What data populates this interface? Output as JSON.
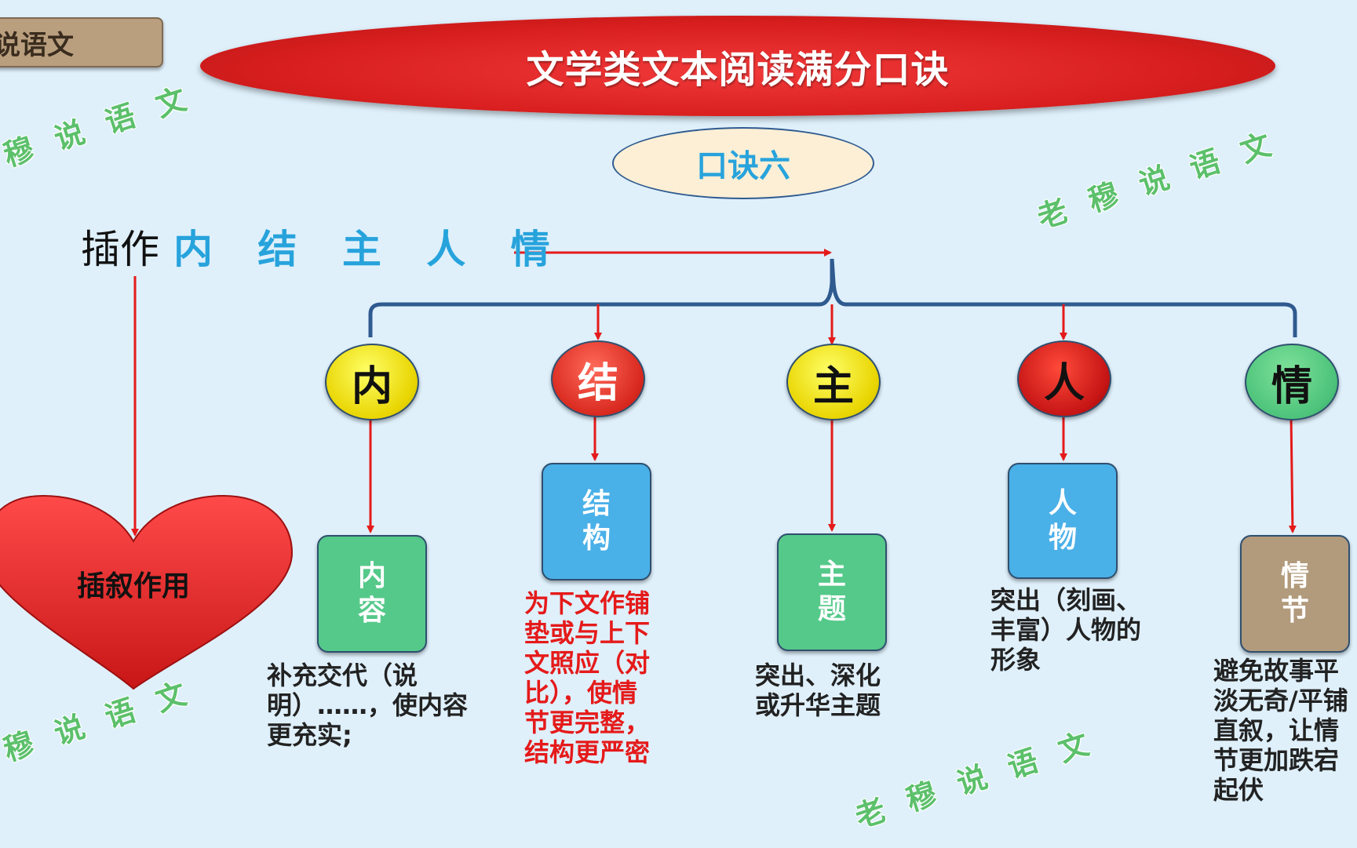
{
  "tag_label": "穆说语文",
  "title": "文学类文本阅读满分口诀",
  "subtitle": "口诀六",
  "mnemonic": {
    "prefix": "插作",
    "keys": "内 结 主 人 情"
  },
  "heart_label": "插叙作用",
  "nodes": [
    {
      "circle": "内",
      "box": [
        "内",
        "容"
      ],
      "desc": "补充交代（说明）……，使内容更充实;"
    },
    {
      "circle": "结",
      "box": [
        "结",
        "构"
      ],
      "desc": "为下文作铺垫或与上下文照应（对比），使情节更完整，结构更严密"
    },
    {
      "circle": "主",
      "box": [
        "主",
        "题"
      ],
      "desc": "突出、深化或升华主题"
    },
    {
      "circle": "人",
      "box": [
        "人",
        "物"
      ],
      "desc": "突出（刻画、丰富）人物的形象"
    },
    {
      "circle": "情",
      "box": [
        "情",
        "节"
      ],
      "desc": "避免故事平淡无奇/平铺直叙，让情节更加跌宕起伏"
    }
  ],
  "watermark": "老穆说语文",
  "colors": {
    "background": "#dff0fb",
    "title_red": "#d81e1e",
    "accent_blue": "#27a3dc",
    "arrow_red": "#e51a1a",
    "desc_red": "#e51a1a",
    "bracket_blue": "#2f5a8f"
  }
}
